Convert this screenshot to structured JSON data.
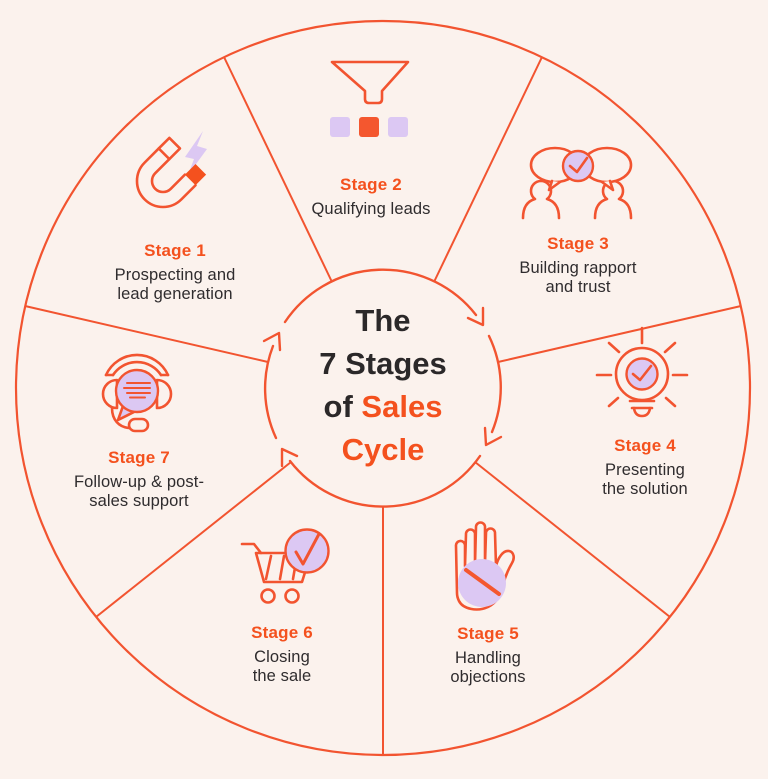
{
  "title": {
    "line1": "The",
    "line2": "7 Stages",
    "line3_word1": "of",
    "line3_word2": "Sales",
    "line4": "Cycle"
  },
  "stages": [
    {
      "label": "Stage 1",
      "desc": [
        "Prospecting and",
        "lead generation"
      ],
      "icon": "magnet-icon"
    },
    {
      "label": "Stage 2",
      "desc": [
        "Qualifying leads"
      ],
      "icon": "funnel-icon"
    },
    {
      "label": "Stage 3",
      "desc": [
        "Building rapport",
        "and trust"
      ],
      "icon": "conversation-check-icon"
    },
    {
      "label": "Stage 4",
      "desc": [
        "Presenting",
        "the solution"
      ],
      "icon": "lightbulb-check-icon"
    },
    {
      "label": "Stage 5",
      "desc": [
        "Handling",
        "objections"
      ],
      "icon": "hand-block-icon"
    },
    {
      "label": "Stage 6",
      "desc": [
        "Closing",
        "the sale"
      ],
      "icon": "cart-check-icon"
    },
    {
      "label": "Stage 7",
      "desc": [
        "Follow-up & post-",
        "sales support"
      ],
      "icon": "headset-icon"
    }
  ],
  "colors": {
    "background": "#FBF2ED",
    "accent_text": "#F4511E",
    "stroke_orange": "#F25430",
    "lavender": "#DCC8F3",
    "dark_text": "#2B2829"
  }
}
